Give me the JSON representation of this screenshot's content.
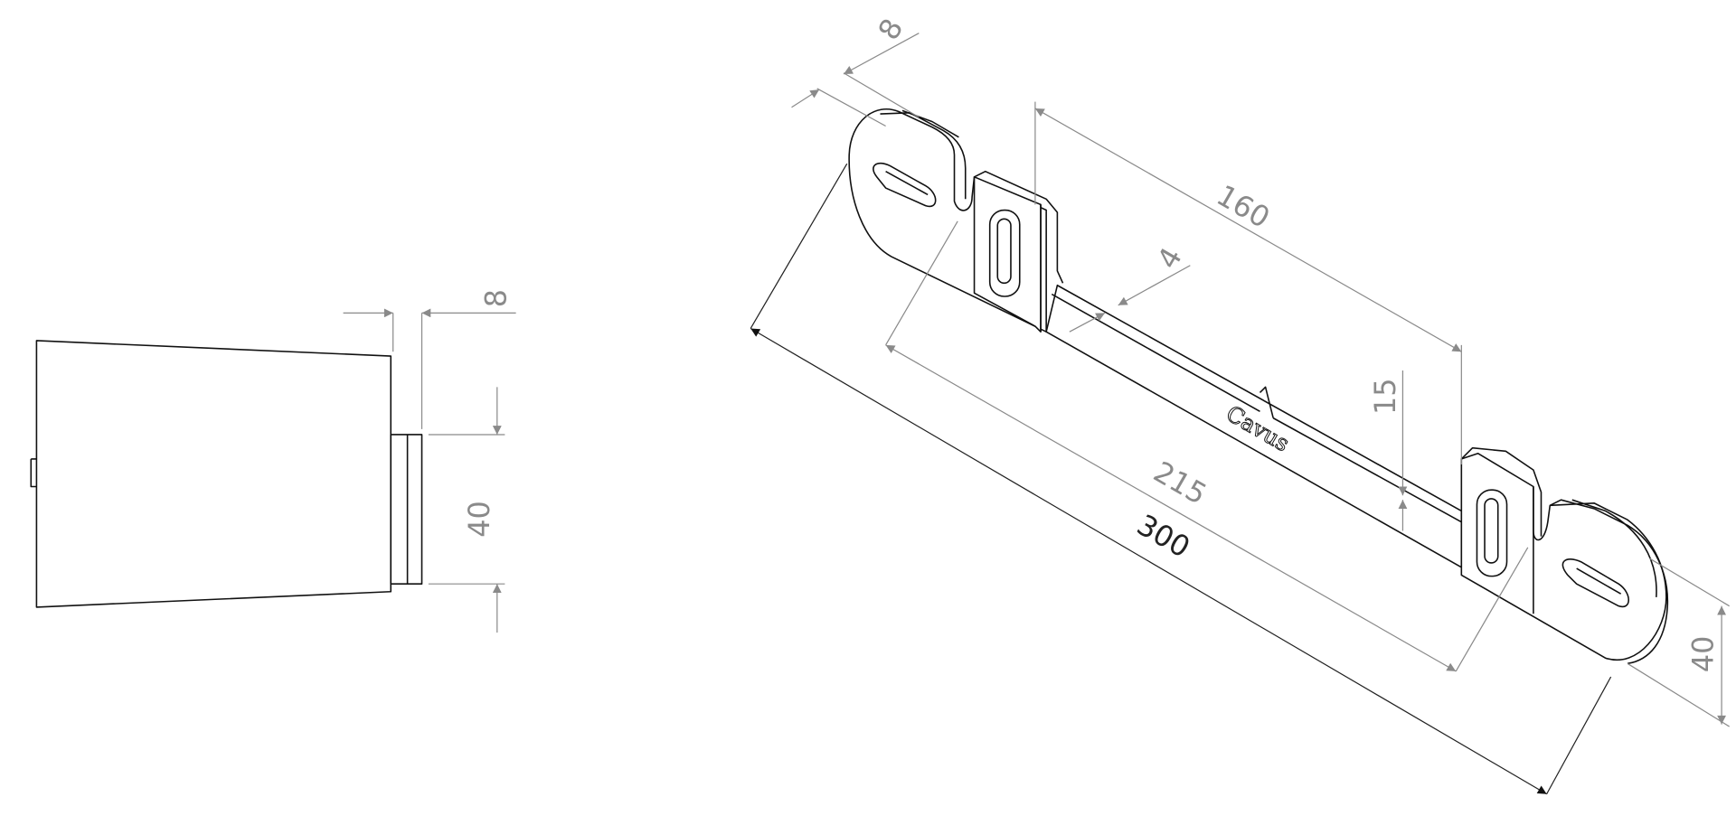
{
  "drawing": {
    "side_view": {
      "dimensions": {
        "thickness": "8",
        "height": "40"
      }
    },
    "isometric_view": {
      "brand_label": "Cavus",
      "dimensions": {
        "tab_thickness": "8",
        "tab_spacing": "160",
        "strip_thickness": "4",
        "inner_length": "215",
        "overall_length": "300",
        "strip_height": "15",
        "width": "40"
      }
    },
    "colors": {
      "outline": "#111111",
      "dimension": "#8a8a8a",
      "background": "#ffffff"
    }
  }
}
